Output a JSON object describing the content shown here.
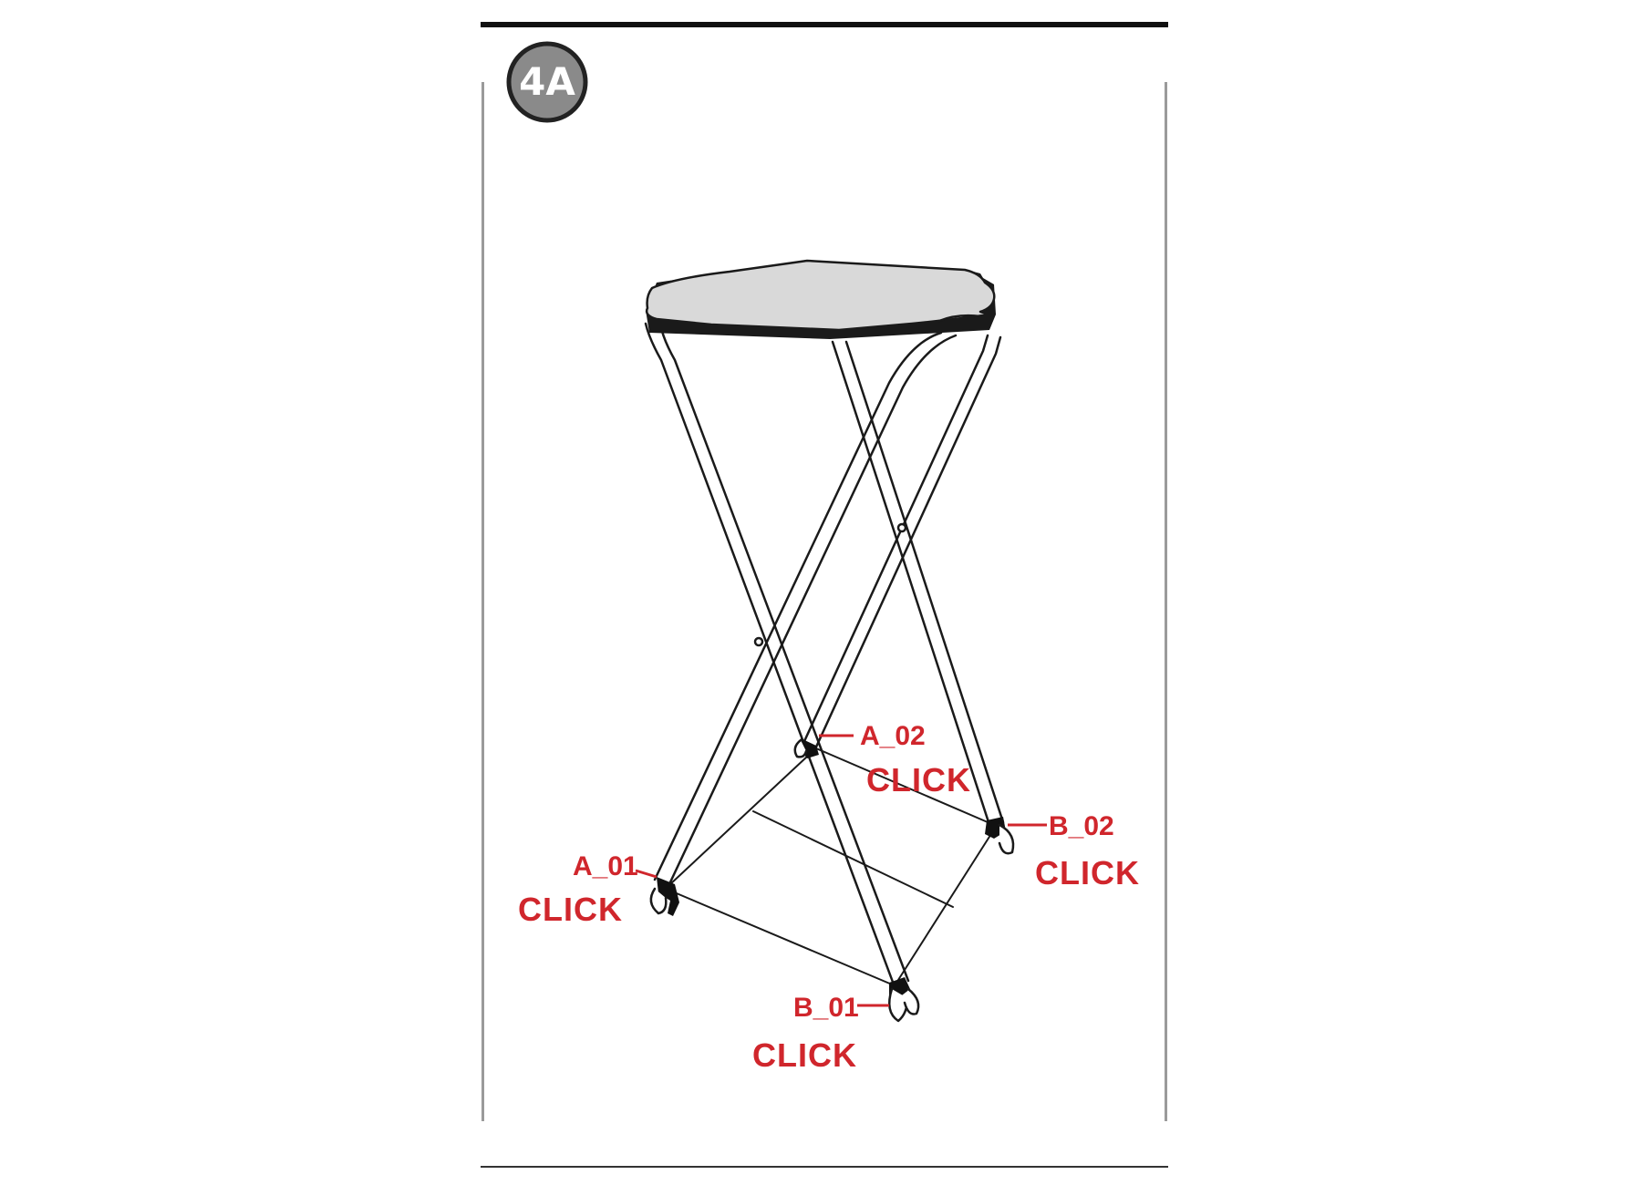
{
  "step": {
    "label": "4A",
    "badge_fill": "#8a8a8a",
    "badge_ring": "#222222"
  },
  "colors": {
    "frame_line": "#111111",
    "callout_red": "#d0262c",
    "seat_fill": "#d9d9d9",
    "line_art": "#1a1a1a"
  },
  "callouts": [
    {
      "code": "A_01",
      "action": "CLICK"
    },
    {
      "code": "A_02",
      "action": "CLICK"
    },
    {
      "code": "B_01",
      "action": "CLICK"
    },
    {
      "code": "B_02",
      "action": "CLICK"
    }
  ],
  "illustration": {
    "subject": "folding-stool",
    "icon": "stool-icon"
  }
}
